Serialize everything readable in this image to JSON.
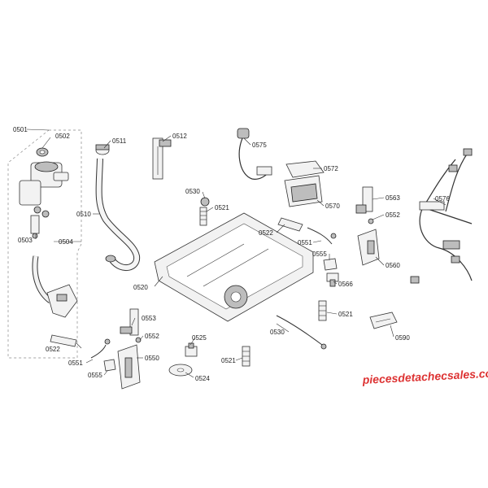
{
  "parts": [
    {
      "id": "p0501",
      "label": "0501"
    },
    {
      "id": "p0502",
      "label": "0502"
    },
    {
      "id": "p0503",
      "label": "0503"
    },
    {
      "id": "p0504",
      "label": "0504"
    },
    {
      "id": "p0510",
      "label": "0510"
    },
    {
      "id": "p0511",
      "label": "0511"
    },
    {
      "id": "p0512",
      "label": "0512"
    },
    {
      "id": "p0520",
      "label": "0520"
    },
    {
      "id": "p0521a",
      "label": "0521"
    },
    {
      "id": "p0521b",
      "label": "0521"
    },
    {
      "id": "p0521c",
      "label": "0521"
    },
    {
      "id": "p0522a",
      "label": "0522"
    },
    {
      "id": "p0522b",
      "label": "0522"
    },
    {
      "id": "p0524",
      "label": "0524"
    },
    {
      "id": "p0525",
      "label": "0525"
    },
    {
      "id": "p0530a",
      "label": "0530"
    },
    {
      "id": "p0530b",
      "label": "0530"
    },
    {
      "id": "p0550",
      "label": "0550"
    },
    {
      "id": "p0551a",
      "label": "0551"
    },
    {
      "id": "p0551b",
      "label": "0551"
    },
    {
      "id": "p0552a",
      "label": "0552"
    },
    {
      "id": "p0552b",
      "label": "0552"
    },
    {
      "id": "p0553",
      "label": "0553"
    },
    {
      "id": "p0555a",
      "label": "0555"
    },
    {
      "id": "p0555b",
      "label": "0555"
    },
    {
      "id": "p0560",
      "label": "0560"
    },
    {
      "id": "p0563",
      "label": "0563"
    },
    {
      "id": "p0566",
      "label": "0566"
    },
    {
      "id": "p0570",
      "label": "0570"
    },
    {
      "id": "p0572",
      "label": "0572"
    },
    {
      "id": "p0575",
      "label": "0575"
    },
    {
      "id": "p0576",
      "label": "0576"
    },
    {
      "id": "p0590",
      "label": "0590"
    }
  ],
  "watermark": "piecesdetachecsales.com"
}
